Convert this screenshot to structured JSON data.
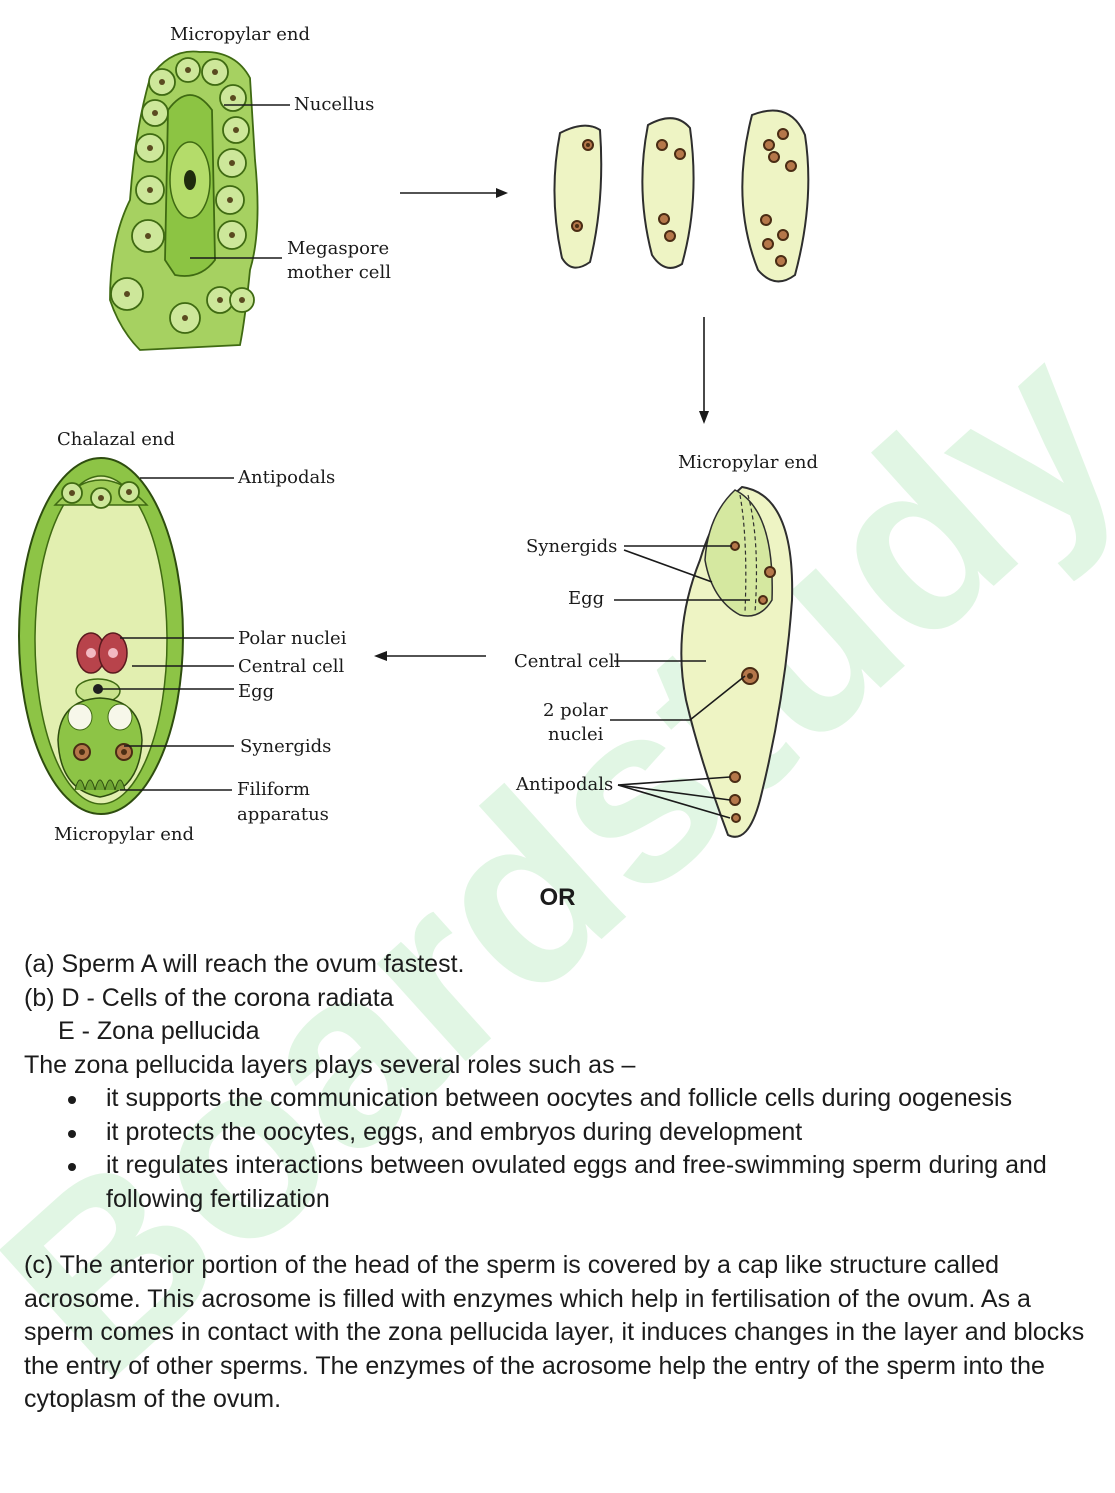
{
  "diagram": {
    "top_left": {
      "micropylar_end": "Micropylar end",
      "nucellus": "Nucellus",
      "megaspore_line1": "Megaspore",
      "megaspore_line2": "mother cell"
    },
    "bottom_left": {
      "chalazal_end": "Chalazal end",
      "antipodals": "Antipodals",
      "polar_nuclei": "Polar nuclei",
      "central_cell": "Central cell",
      "egg": "Egg",
      "synergids": "Synergids",
      "filiform_line1": "Filiform",
      "filiform_line2": "apparatus",
      "micropylar_end": "Micropylar end"
    },
    "bottom_right": {
      "micropylar_end": "Micropylar end",
      "synergids": "Synergids",
      "egg": "Egg",
      "central_cell": "Central cell",
      "polar_line1": "2 polar",
      "polar_line2": "nuclei",
      "antipodals": "Antipodals"
    }
  },
  "or_label": "OR",
  "watermark": "Boardstudy",
  "answers": {
    "a": "(a) Sperm A will reach the ovum fastest.",
    "b_d": "(b) D - Cells of the corona radiata",
    "b_e": "E - Zona pellucida",
    "roles_intro": "The zona pellucida layers plays several roles such as –",
    "roles": [
      "it supports the communication between oocytes and follicle cells during oogenesis",
      "it protects the oocytes, eggs, and embryos during development",
      "it regulates interactions between ovulated eggs and free-swimming sperm during and following fertilization"
    ],
    "c": "(c) The anterior portion of the head of the sperm is covered by a cap like structure called acrosome. This acrosome is filled with enzymes which help in fertilisation of the ovum. As a sperm comes in contact with the zona pellucida layer, it induces changes in the layer and blocks the entry of other sperms. The enzymes of the acrosome help the entry of the sperm into the cytoplasm of the ovum."
  },
  "colors": {
    "cell_green": "#a6d161",
    "sac_fill": "#eef4c4",
    "nucleus_brown": "#b5774a",
    "watermark_green": "#78d782"
  }
}
